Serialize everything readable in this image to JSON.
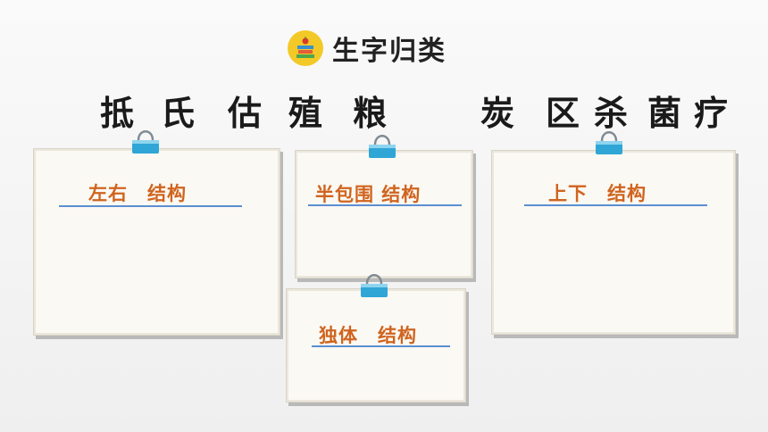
{
  "header": {
    "title": "生字归类",
    "icon": "books-apple-icon",
    "accent": "#f3c928"
  },
  "characters": [
    "抵",
    "氏",
    "估",
    "殖",
    "粮",
    "炭",
    "区",
    "杀",
    "菌",
    "疗"
  ],
  "cards": {
    "left_right": {
      "label": "左右　结构"
    },
    "half_enclosure": {
      "label": "半包围 结构"
    },
    "top_bottom": {
      "label": "上下　结构"
    },
    "single": {
      "label": "独体　结构"
    }
  },
  "colors": {
    "label": "#d0641f",
    "underline": "#5b8fd1",
    "clip": "#2fa6d6",
    "card": "#fbf9f3"
  }
}
